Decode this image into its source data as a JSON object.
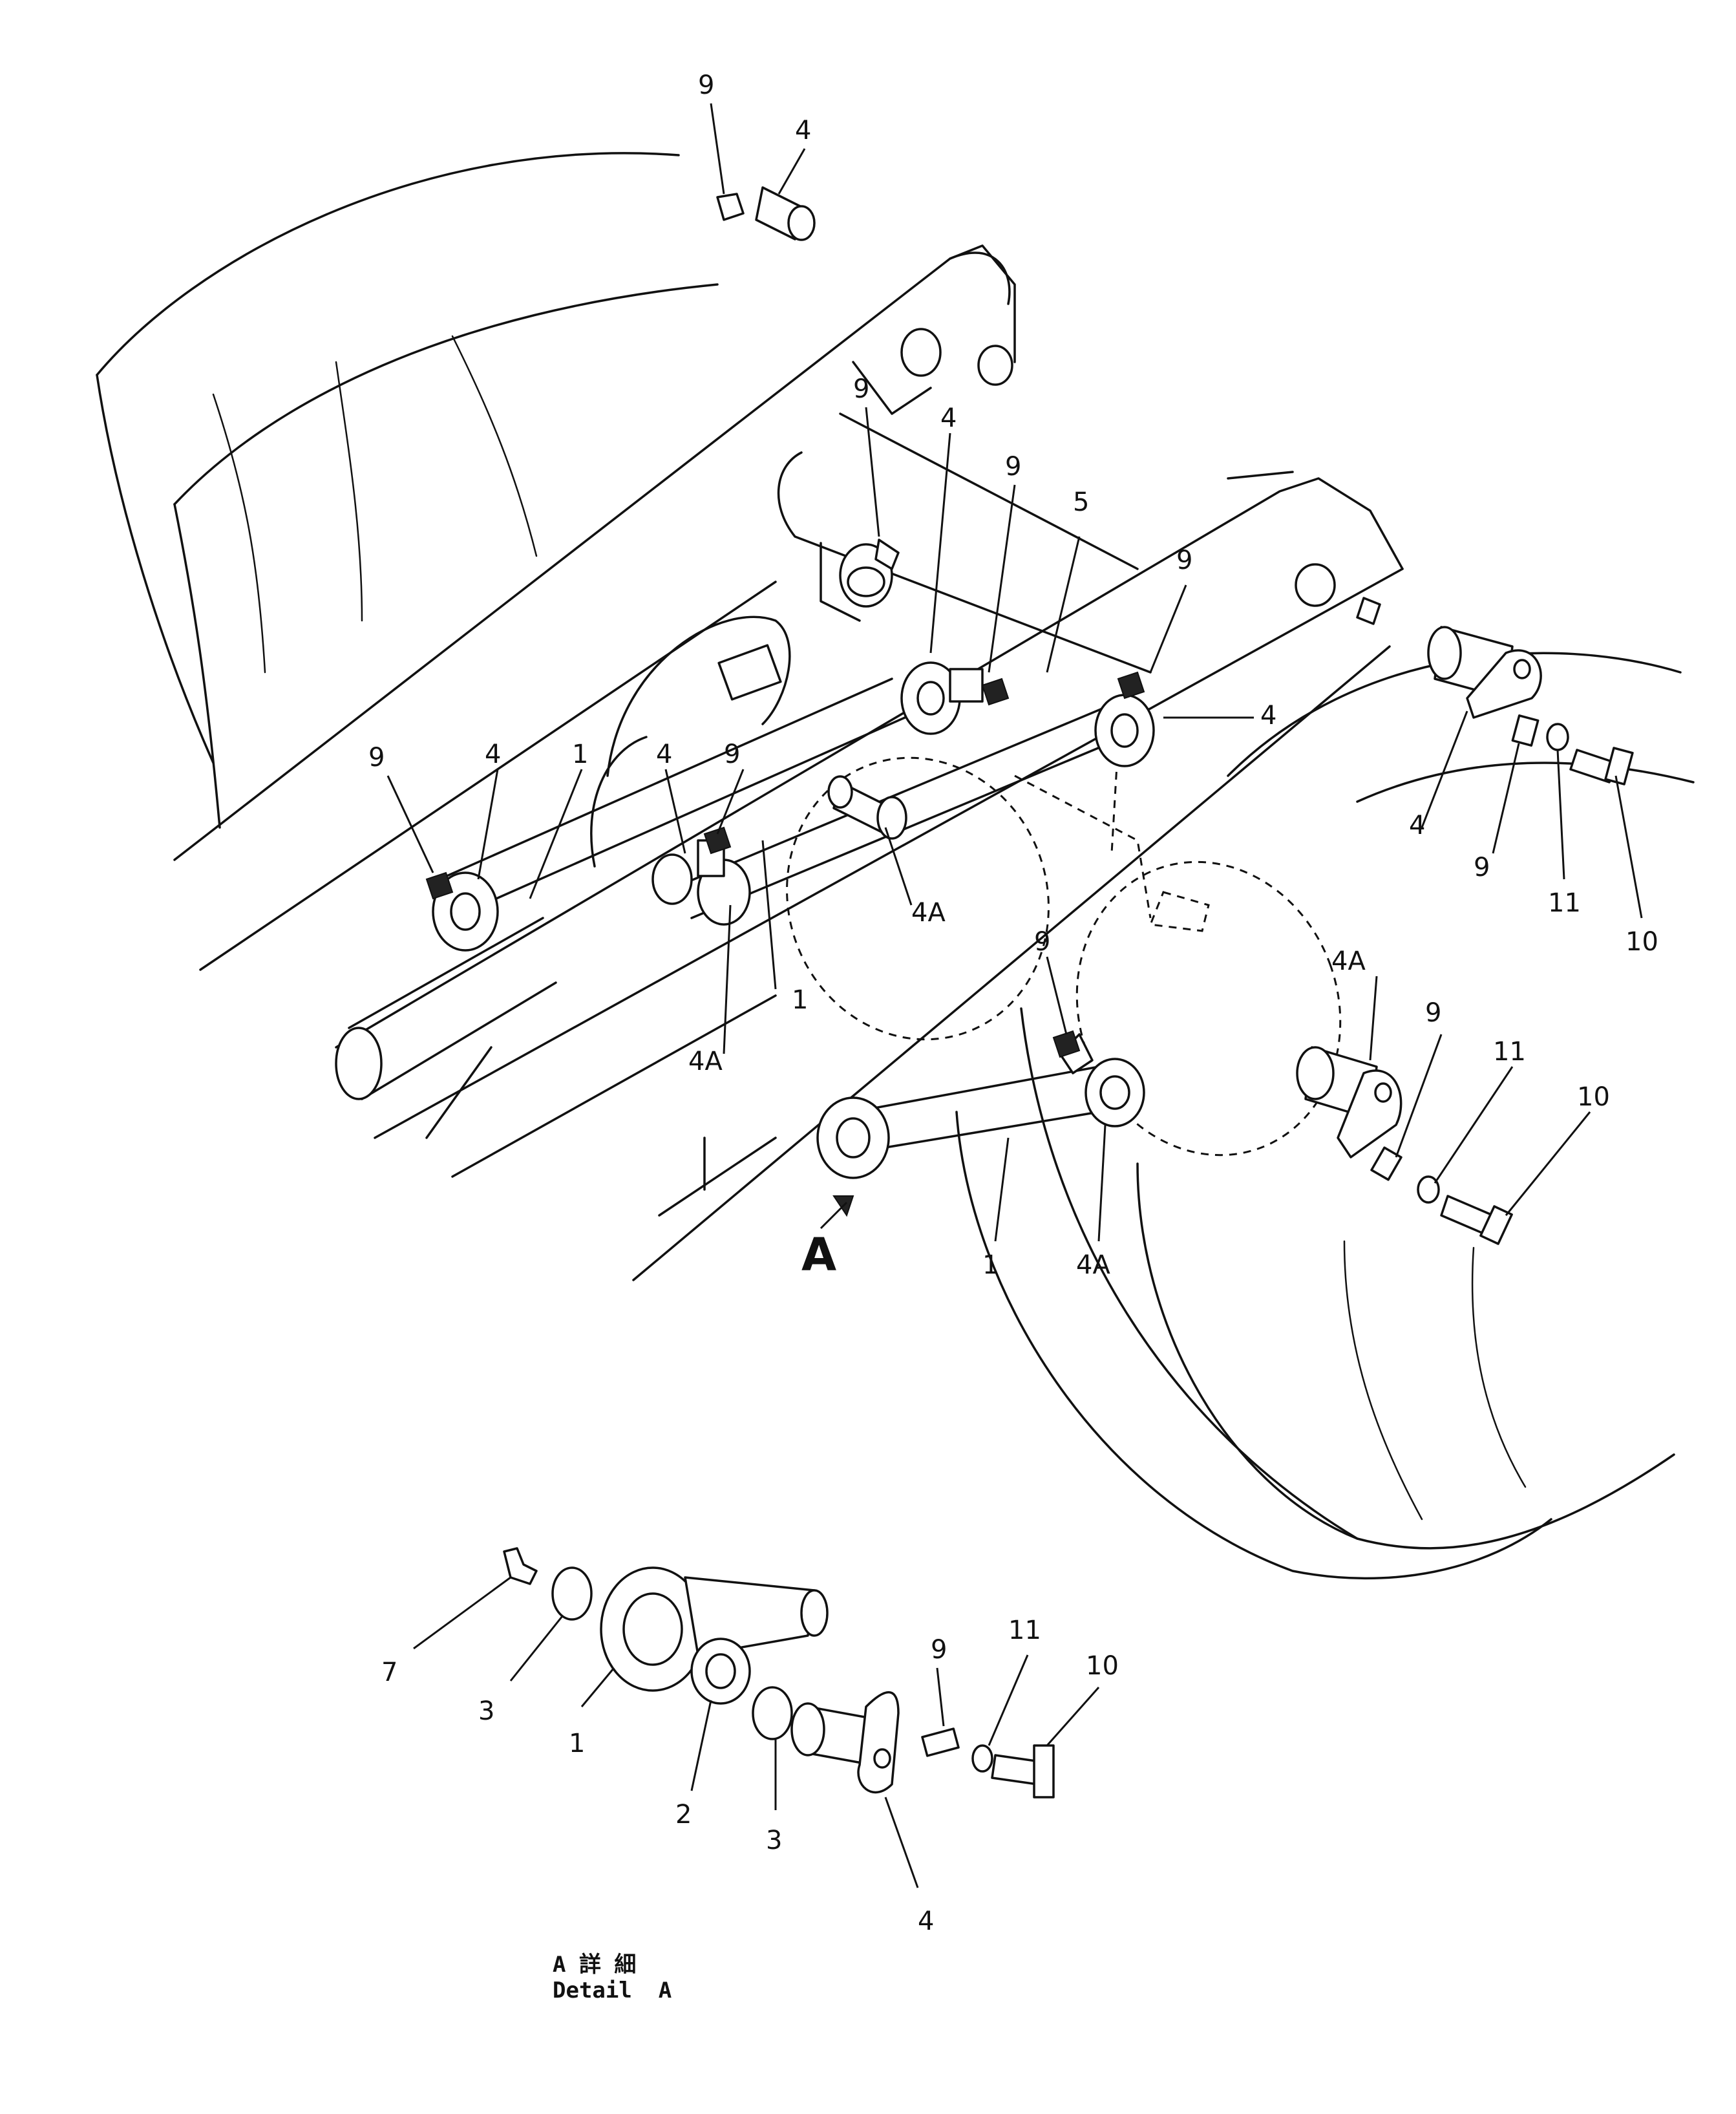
{
  "callouts": {
    "top_9": "9",
    "top_4": "4",
    "mid_9_a": "9",
    "mid_4_a": "4",
    "mid_9_b": "9",
    "mid_5": "5",
    "right_9_top": "9",
    "right_4_top": "4",
    "left_9": "9",
    "left_4": "4",
    "left_1": "1",
    "center_4": "4",
    "center_9": "9",
    "center_4A": "4A",
    "center_1": "1",
    "lower_4A": "4A",
    "right_4": "4",
    "right_9": "9",
    "right_11": "11",
    "right_10": "10",
    "lower_9": "9",
    "lower_4A_r": "4A",
    "lower_9_r": "9",
    "lower_11_r": "11",
    "lower_10_r": "10",
    "arm_1": "1",
    "arm_4A": "4A",
    "detail_7": "7",
    "detail_3a": "3",
    "detail_1": "1",
    "detail_2": "2",
    "detail_3b": "3",
    "detail_4": "4",
    "detail_9": "9",
    "detail_11": "11",
    "detail_10": "10"
  },
  "view_marker": "A",
  "caption": {
    "japanese": "A 詳 細",
    "english": "Detail  A"
  }
}
